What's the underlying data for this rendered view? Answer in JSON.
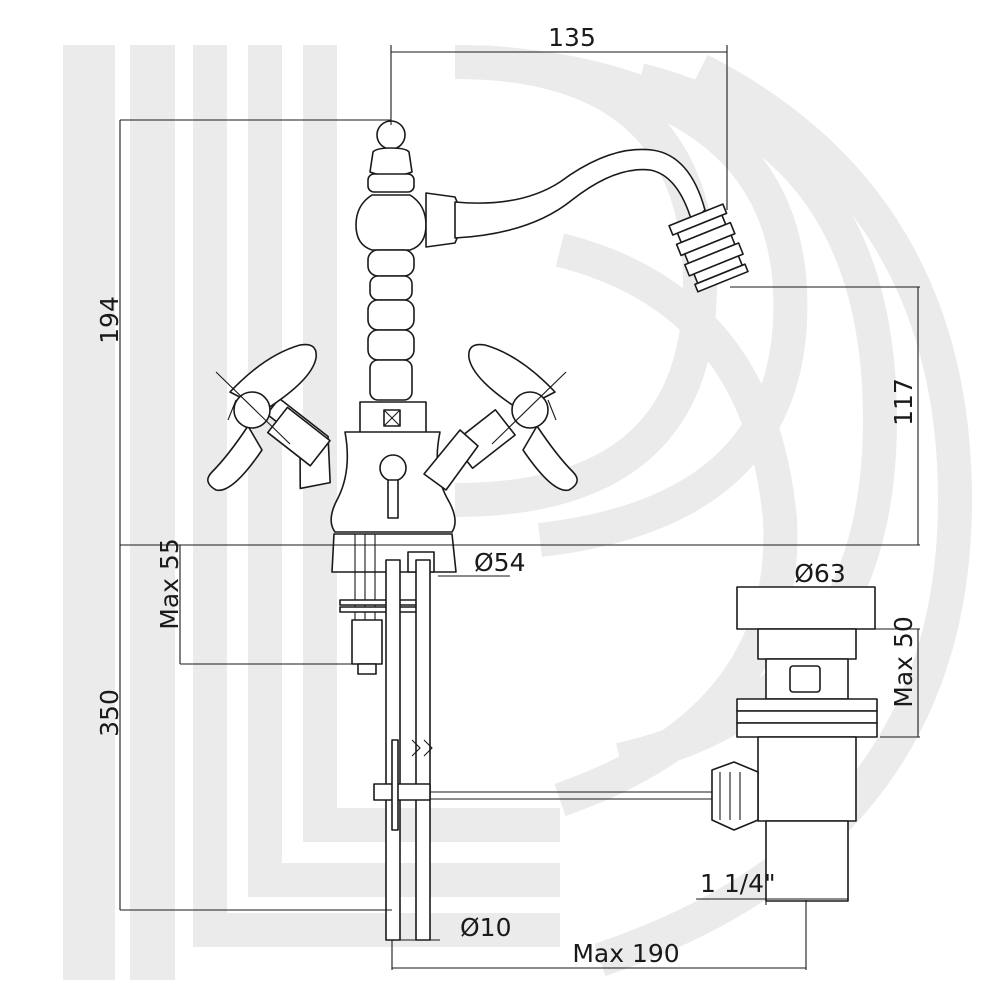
{
  "dimensions": {
    "spout_reach": "135",
    "overall_height": "194",
    "spout_height": "117",
    "max_deck_thickness": "Max 55",
    "base_diameter": "Ø54",
    "waste_diameter": "Ø63",
    "max_waste_height": "Max 50",
    "flexible_length": "350",
    "waste_thread": "1 1/4\"",
    "hose_diameter": "Ø10",
    "max_pull_rod": "Max 190"
  },
  "colors": {
    "line": "#1a1a1a",
    "watermark": "#ebebeb",
    "background": "#ffffff"
  },
  "icons": {
    "watermark": "bb-brand-logo-watermark",
    "valve_marker": "square-x-marker"
  }
}
